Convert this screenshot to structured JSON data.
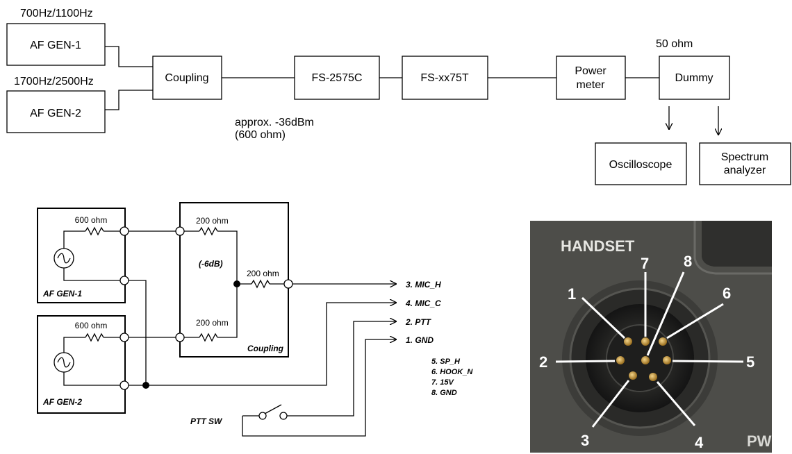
{
  "block_diagram": {
    "gen1_freq": "700Hz/1100Hz",
    "gen2_freq": "1700Hz/2500Hz",
    "af_gen_1": "AF GEN-1",
    "af_gen_2": "AF GEN-2",
    "coupling": "Coupling",
    "fs_2575c": "FS-2575C",
    "fs_xx75t": "FS-xx75T",
    "power_meter_line1": "Power",
    "power_meter_line2": "meter",
    "dummy": "Dummy",
    "dummy_impedance": "50 ohm",
    "level_note_line1": "approx. -36dBm",
    "level_note_line2": "(600 ohm)",
    "oscilloscope": "Oscilloscope",
    "spectrum_line1": "Spectrum",
    "spectrum_line2": "analyzer"
  },
  "schematic": {
    "r_gen1": "600 ohm",
    "r_gen2": "600 ohm",
    "r_top": "200 ohm",
    "r_bottom": "200 ohm",
    "r_out": "200 ohm",
    "attenuation": "(-6dB)",
    "coupling_label": "Coupling",
    "gen1_label": "AF GEN-1",
    "gen2_label": "AF GEN-2",
    "ptt_switch": "PTT SW",
    "outputs": [
      "3. MIC_H",
      "4. MIC_C",
      "2. PTT",
      "1. GND"
    ],
    "other_pins": [
      "5. SP_H",
      "6. HOOK_N",
      "7. 15V",
      "8. GND"
    ]
  },
  "photo": {
    "handset_label": "HANDSET",
    "pw_label": "PW",
    "pin_numbers": [
      "1",
      "2",
      "3",
      "4",
      "5",
      "6",
      "7",
      "8"
    ]
  }
}
